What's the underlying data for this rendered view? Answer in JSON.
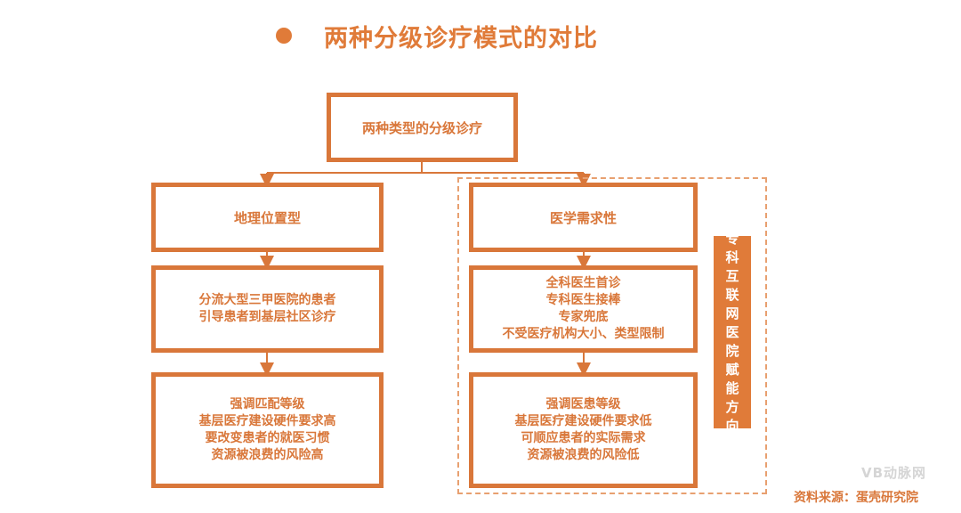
{
  "title": "两种分级诊疗模式的对比",
  "root": {
    "label": "两种类型的分级诊疗"
  },
  "left": {
    "label": "地理位置型",
    "step2": [
      "分流大型三甲医院的患者",
      "引导患者到基层社区诊疗"
    ],
    "step3": [
      "强调匹配等级",
      "基层医疗建设硬件要求高",
      "要改变患者的就医习惯",
      "资源被浪费的风险高"
    ]
  },
  "right": {
    "label": "医学需求性",
    "step2": [
      "全科医生首诊",
      "专科医生接棒",
      "专家兜底",
      "不受医疗机构大小、类型限制"
    ],
    "step3": [
      "强调医患等级",
      "基层医疗建设硬件要求低",
      "可顺应患者的实际需求",
      "资源被浪费的风险低"
    ]
  },
  "side_tag": [
    "专",
    "科",
    "互",
    "联",
    "网",
    "医",
    "院",
    "赋",
    "能",
    "方",
    "向"
  ],
  "source": "资料来源：蛋壳研究院",
  "watermark": "VB动脉网",
  "colors": {
    "accent": "#d9773a",
    "dashed": "#e8a070",
    "tag_bg": "#e07b39"
  }
}
